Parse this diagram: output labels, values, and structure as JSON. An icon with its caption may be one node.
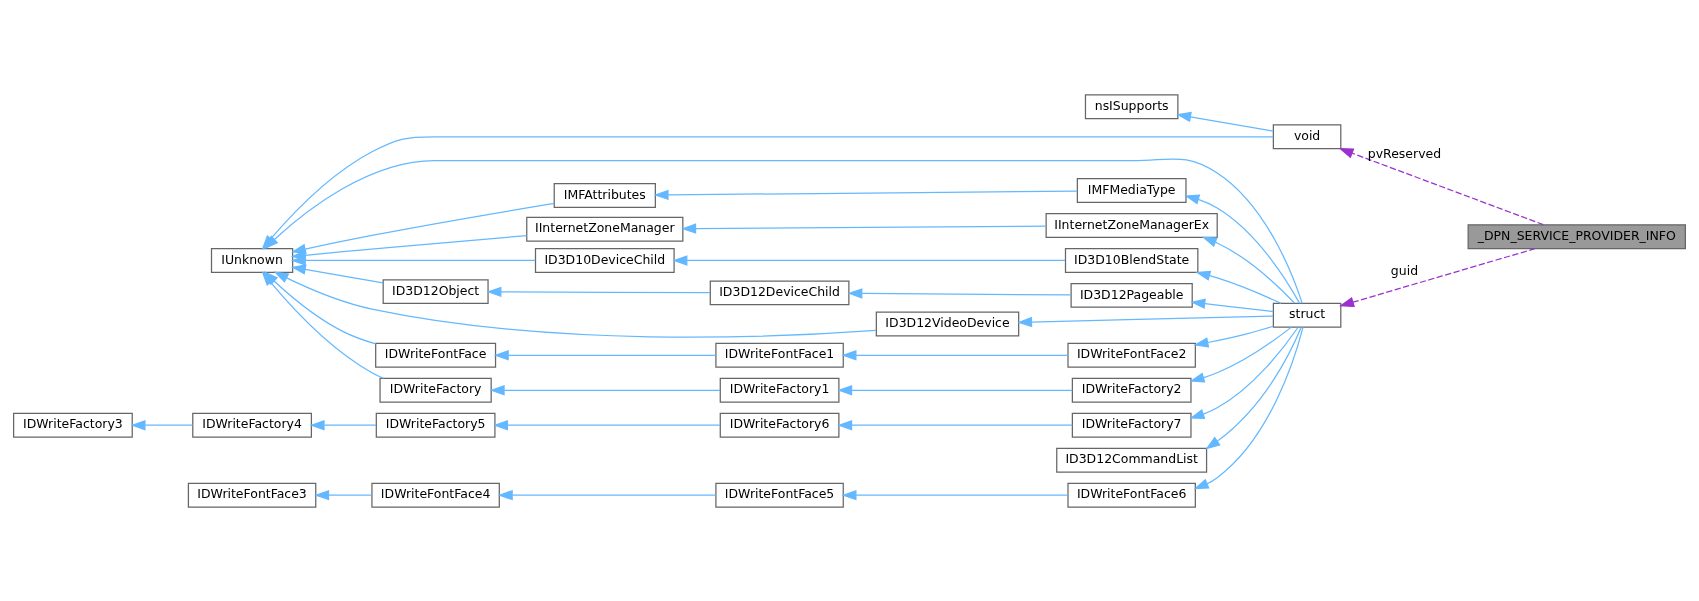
{
  "diagram": {
    "nodes": [
      {
        "text": [
          "_DPN_SERVICE_PROVIDER_INFO"
        ]
      },
      {
        "text": [
          "void"
        ]
      },
      {
        "text": [
          "nsISupports"
        ]
      },
      {
        "text": [
          "IUnknown"
        ]
      },
      {
        "text": [
          "struct"
        ]
      },
      {
        "text": [
          "IMFMediaType"
        ]
      },
      {
        "text": [
          "IMFAttributes"
        ]
      },
      {
        "text": [
          "IInternetZoneManagerEx"
        ]
      },
      {
        "text": [
          "IInternetZoneManager"
        ]
      },
      {
        "text": [
          "ID3D10BlendState"
        ]
      },
      {
        "text": [
          "ID3D10DeviceChild"
        ]
      },
      {
        "text": [
          "ID3D12Pageable"
        ]
      },
      {
        "text": [
          "ID3D12DeviceChild"
        ]
      },
      {
        "text": [
          "ID3D12Object"
        ]
      },
      {
        "text": [
          "ID3D12VideoDevice"
        ]
      },
      {
        "text": [
          "IDWriteFontFace2"
        ]
      },
      {
        "text": [
          "IDWriteFontFace1"
        ]
      },
      {
        "text": [
          "IDWriteFontFace"
        ]
      },
      {
        "text": [
          "IDWriteFactory2"
        ]
      },
      {
        "text": [
          "IDWriteFactory1"
        ]
      },
      {
        "text": [
          "IDWriteFactory"
        ]
      },
      {
        "text": [
          "IDWriteFactory7"
        ]
      },
      {
        "text": [
          "IDWriteFactory6"
        ]
      },
      {
        "text": [
          "IDWriteFactory5"
        ]
      },
      {
        "text": [
          "IDWriteFactory4"
        ]
      },
      {
        "text": [
          "IDWriteFactory3"
        ]
      },
      {
        "text": [
          "ID3D12CommandList"
        ]
      },
      {
        "text": [
          "IDWriteFontFace6"
        ]
      },
      {
        "text": [
          "IDWriteFontFace5"
        ]
      },
      {
        "text": [
          "IDWriteFontFace4"
        ]
      },
      {
        "text": [
          "IDWriteFontFace3"
        ]
      }
    ],
    "edges": [
      {
        "from": 0,
        "to": 1,
        "arrow": "to",
        "label": "pvReserved",
        "style": "dashed",
        "color": "#9a32cd"
      },
      {
        "from": 0,
        "to": 4,
        "arrow": "to",
        "label": "guid",
        "style": "dashed",
        "color": "#9a32cd"
      },
      {
        "from": 1,
        "to": 2,
        "arrow": "to"
      },
      {
        "from": 1,
        "to": 3,
        "arrow": "to"
      },
      {
        "from": 4,
        "to": 5,
        "arrow": "to"
      },
      {
        "from": 5,
        "to": 6,
        "arrow": "to"
      },
      {
        "from": 6,
        "to": 3,
        "arrow": "to"
      },
      {
        "from": 4,
        "to": 7,
        "arrow": "to"
      },
      {
        "from": 7,
        "to": 8,
        "arrow": "to"
      },
      {
        "from": 8,
        "to": 3,
        "arrow": "to"
      },
      {
        "from": 4,
        "to": 3,
        "arrow": "to"
      },
      {
        "from": 4,
        "to": 9,
        "arrow": "to"
      },
      {
        "from": 9,
        "to": 10,
        "arrow": "to"
      },
      {
        "from": 10,
        "to": 3,
        "arrow": "to"
      },
      {
        "from": 4,
        "to": 11,
        "arrow": "to"
      },
      {
        "from": 11,
        "to": 12,
        "arrow": "to"
      },
      {
        "from": 12,
        "to": 13,
        "arrow": "to"
      },
      {
        "from": 13,
        "to": 3,
        "arrow": "to"
      },
      {
        "from": 4,
        "to": 14,
        "arrow": "to"
      },
      {
        "from": 14,
        "to": 3,
        "arrow": "to"
      },
      {
        "from": 4,
        "to": 15,
        "arrow": "to"
      },
      {
        "from": 15,
        "to": 16,
        "arrow": "to"
      },
      {
        "from": 16,
        "to": 17,
        "arrow": "to"
      },
      {
        "from": 17,
        "to": 3,
        "arrow": "to"
      },
      {
        "from": 4,
        "to": 18,
        "arrow": "to"
      },
      {
        "from": 18,
        "to": 19,
        "arrow": "to"
      },
      {
        "from": 19,
        "to": 20,
        "arrow": "to"
      },
      {
        "from": 20,
        "to": 3,
        "arrow": "to"
      },
      {
        "from": 4,
        "to": 21,
        "arrow": "to"
      },
      {
        "from": 21,
        "to": 22,
        "arrow": "to"
      },
      {
        "from": 22,
        "to": 23,
        "arrow": "to"
      },
      {
        "from": 23,
        "to": 24,
        "arrow": "to"
      },
      {
        "from": 24,
        "to": 25,
        "arrow": "to"
      },
      {
        "from": 4,
        "to": 26,
        "arrow": "to"
      },
      {
        "from": 4,
        "to": 27,
        "arrow": "to"
      },
      {
        "from": 27,
        "to": 28,
        "arrow": "to"
      },
      {
        "from": 28,
        "to": 29,
        "arrow": "to"
      },
      {
        "from": 29,
        "to": 30,
        "arrow": "to"
      }
    ]
  }
}
